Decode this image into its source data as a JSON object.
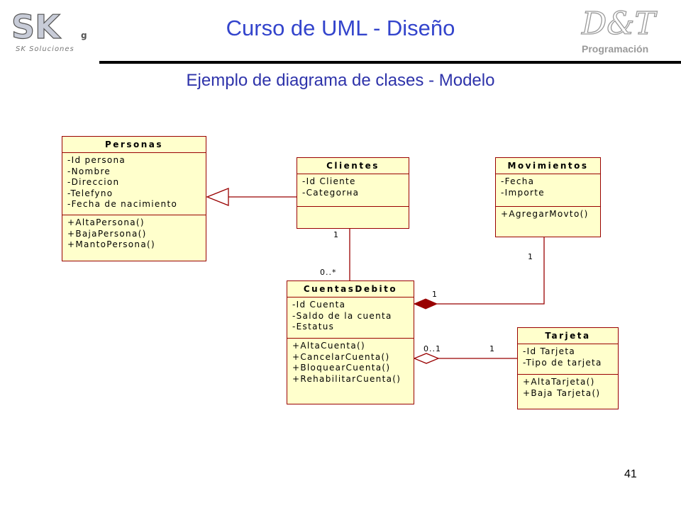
{
  "header": {
    "title": "Curso de UML - Diseño",
    "subtitle": "Ejemplo de diagrama de clases - Modelo",
    "logo_left": "SK Soluciones",
    "logo_right": "D&T",
    "logo_right_sub": "Programación"
  },
  "classes": {
    "personas": {
      "name": "Personas",
      "attributes": [
        "-Id persona",
        "-Nombre",
        "-Direccion",
        "-Telefyno",
        "-Fecha de nacimiento"
      ],
      "operations": [
        "+AltaPersona()",
        "+BajaPersona()",
        "+MantoPersona()"
      ]
    },
    "clientes": {
      "name": "Clientes",
      "attributes": [
        "-Id Cliente",
        "-Categorнa"
      ],
      "operations": []
    },
    "movimientos": {
      "name": "Movimientos",
      "attributes": [
        "-Fecha",
        "-Importe"
      ],
      "operations": [
        "+AgregarMovto()"
      ]
    },
    "cuentas": {
      "name": "CuentasDebito",
      "attributes": [
        "-Id Cuenta",
        "-Saldo de la cuenta",
        "-Estatus"
      ],
      "operations": [
        "+AltaCuenta()",
        "+CancelarCuenta()",
        "+BloquearCuenta()",
        "+RehabilitarCuenta()"
      ]
    },
    "tarjeta": {
      "name": "Tarjeta",
      "attributes": [
        "-Id Tarjeta",
        "-Tipo de tarjeta"
      ],
      "operations": [
        "+AltaTarjeta()",
        "+Baja Tarjeta()"
      ]
    }
  },
  "multiplicities": {
    "clientes_end": "1",
    "cuentas_from_clientes": "0..*",
    "movimientos_end": "1",
    "cuentas_from_movimientos": "1",
    "cuentas_from_tarjeta": "0..1",
    "tarjeta_end": "1"
  },
  "footer": {
    "page_number": "41"
  },
  "colors": {
    "title": "#3344cc",
    "class_fill": "#ffffcc",
    "class_border": "#990000",
    "line": "#990000"
  }
}
